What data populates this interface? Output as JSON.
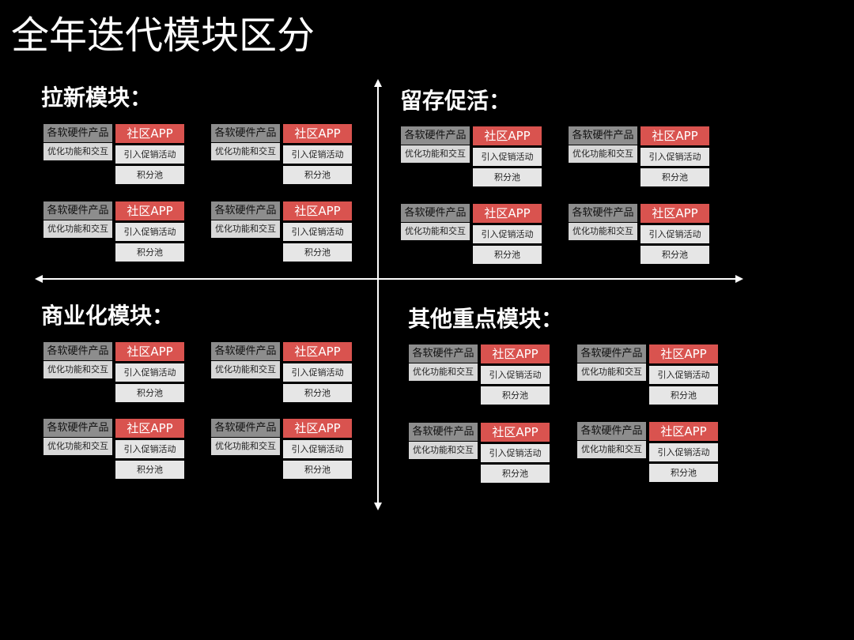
{
  "title": "全年迭代模块区分",
  "quadrants": [
    {
      "title": "拉新模块：",
      "blocks": [
        {
          "hardware": "各软硬件产品",
          "optimize": "优化功能和交互",
          "app": "社区APP",
          "promo": "引入促销活动",
          "pool": "积分池"
        },
        {
          "hardware": "各软硬件产品",
          "optimize": "优化功能和交互",
          "app": "社区APP",
          "promo": "引入促销活动",
          "pool": "积分池"
        },
        {
          "hardware": "各软硬件产品",
          "optimize": "优化功能和交互",
          "app": "社区APP",
          "promo": "引入促销活动",
          "pool": "积分池"
        },
        {
          "hardware": "各软硬件产品",
          "optimize": "优化功能和交互",
          "app": "社区APP",
          "promo": "引入促销活动",
          "pool": "积分池"
        }
      ]
    },
    {
      "title": "留存促活：",
      "blocks": [
        {
          "hardware": "各软硬件产品",
          "optimize": "优化功能和交互",
          "app": "社区APP",
          "promo": "引入促销活动",
          "pool": "积分池"
        },
        {
          "hardware": "各软硬件产品",
          "optimize": "优化功能和交互",
          "app": "社区APP",
          "promo": "引入促销活动",
          "pool": "积分池"
        },
        {
          "hardware": "各软硬件产品",
          "optimize": "优化功能和交互",
          "app": "社区APP",
          "promo": "引入促销活动",
          "pool": "积分池"
        },
        {
          "hardware": "各软硬件产品",
          "optimize": "优化功能和交互",
          "app": "社区APP",
          "promo": "引入促销活动",
          "pool": "积分池"
        }
      ]
    },
    {
      "title": "商业化模块：",
      "blocks": [
        {
          "hardware": "各软硬件产品",
          "optimize": "优化功能和交互",
          "app": "社区APP",
          "promo": "引入促销活动",
          "pool": "积分池"
        },
        {
          "hardware": "各软硬件产品",
          "optimize": "优化功能和交互",
          "app": "社区APP",
          "promo": "引入促销活动",
          "pool": "积分池"
        },
        {
          "hardware": "各软硬件产品",
          "optimize": "优化功能和交互",
          "app": "社区APP",
          "promo": "引入促销活动",
          "pool": "积分池"
        },
        {
          "hardware": "各软硬件产品",
          "optimize": "优化功能和交互",
          "app": "社区APP",
          "promo": "引入促销活动",
          "pool": "积分池"
        }
      ]
    },
    {
      "title": "其他重点模块：",
      "blocks": [
        {
          "hardware": "各软硬件产品",
          "optimize": "优化功能和交互",
          "app": "社区APP",
          "promo": "引入促销活动",
          "pool": "积分池"
        },
        {
          "hardware": "各软硬件产品",
          "optimize": "优化功能和交互",
          "app": "社区APP",
          "promo": "引入促销活动",
          "pool": "积分池"
        },
        {
          "hardware": "各软硬件产品",
          "optimize": "优化功能和交互",
          "app": "社区APP",
          "promo": "引入促销活动",
          "pool": "积分池"
        },
        {
          "hardware": "各软硬件产品",
          "optimize": "优化功能和交互",
          "app": "社区APP",
          "promo": "引入促销活动",
          "pool": "积分池"
        }
      ]
    }
  ],
  "colors": {
    "background": "#000000",
    "app_accent": "#d9534f",
    "axis": "#ffffff"
  }
}
